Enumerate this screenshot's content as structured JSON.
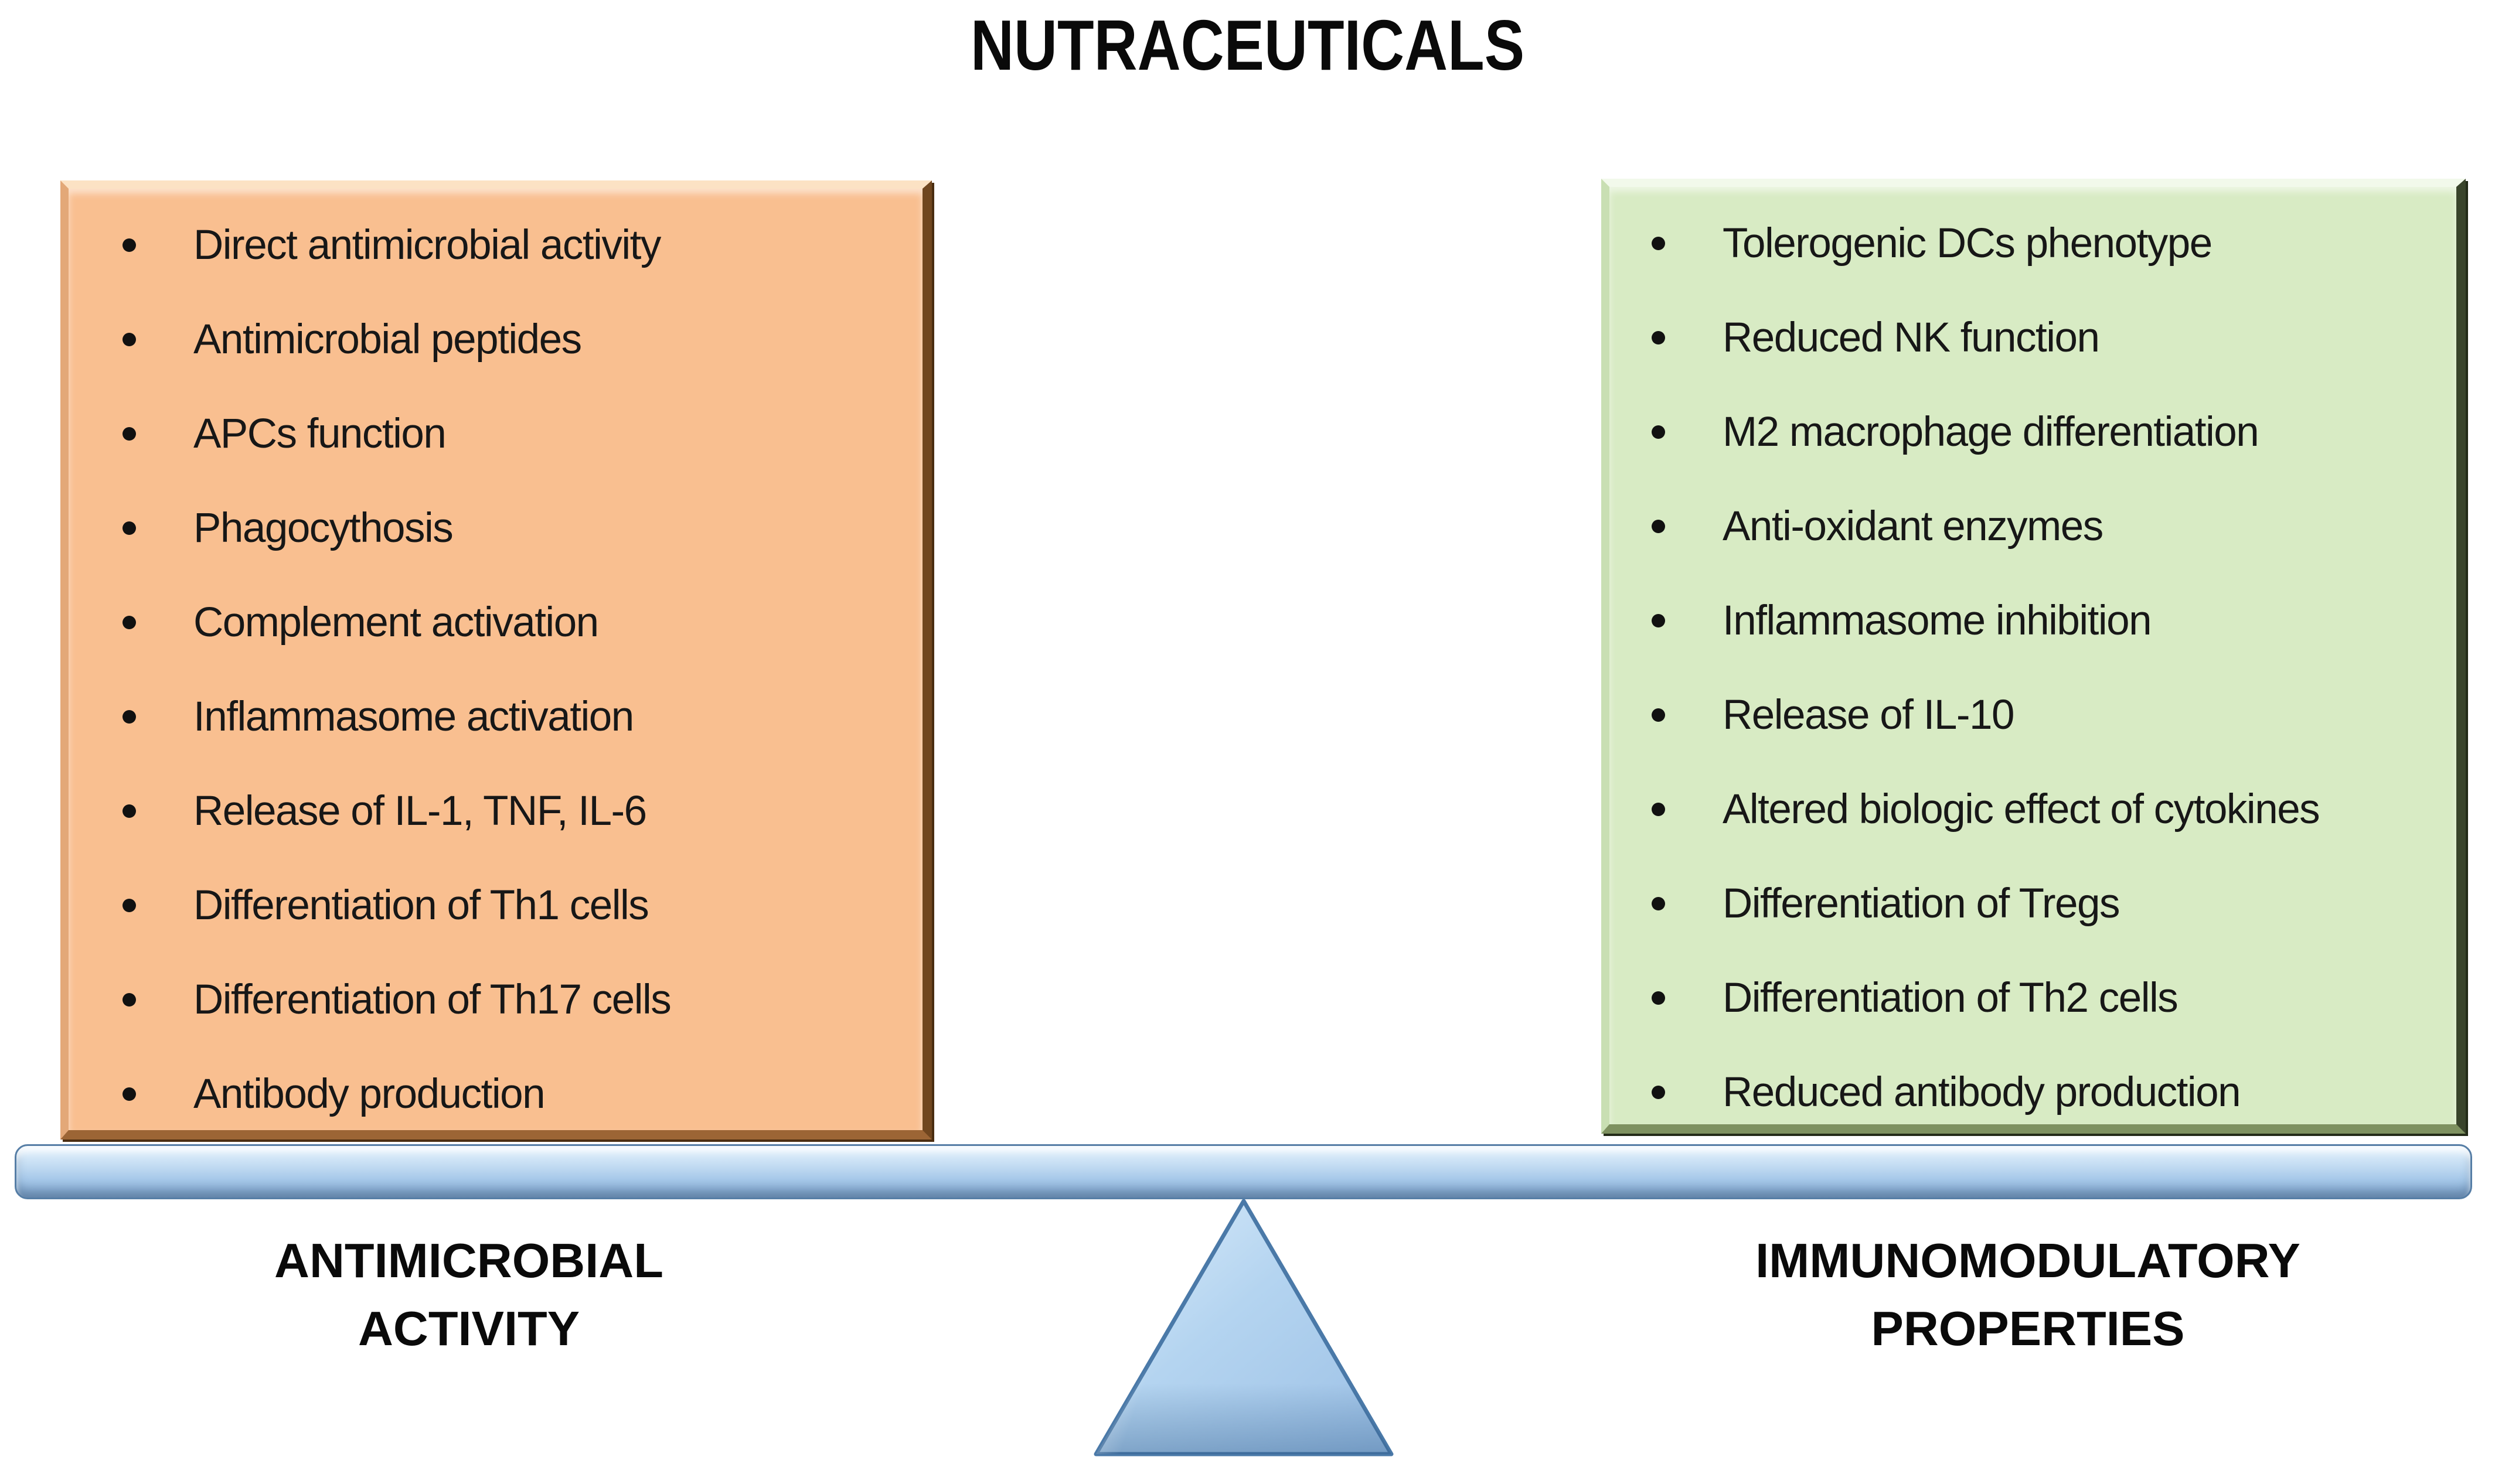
{
  "title": "NUTRACEUTICALS",
  "left_panel": {
    "label_line1": "ANTIMICROBIAL",
    "label_line2": "ACTIVITY",
    "fill_color": "#F9BF90",
    "items": [
      "Direct antimicrobial activity",
      "Antimicrobial peptides",
      "APCs function",
      "Phagocythosis",
      "Complement activation",
      "Inflammasome activation",
      "Release of IL-1, TNF, IL-6",
      "Differentiation of Th1 cells",
      "Differentiation of Th17 cells",
      "Antibody production"
    ]
  },
  "right_panel": {
    "label_line1": "IMMUNOMODULATORY",
    "label_line2": "PROPERTIES",
    "fill_color": "#D8EBC4",
    "items": [
      "Tolerogenic DCs phenotype",
      "Reduced NK function",
      "M2 macrophage differentiation",
      "Anti-oxidant enzymes",
      "Inflammasome inhibition",
      "Release of IL-10",
      "Altered biologic effect of cytokines",
      "Differentiation of Tregs",
      "Differentiation of Th2 cells",
      "Reduced antibody production"
    ]
  },
  "balance": {
    "beam_color": "#A9CBEA",
    "beam_border_color": "#567EA6",
    "fulcrum_color": "#A9CBEA"
  }
}
